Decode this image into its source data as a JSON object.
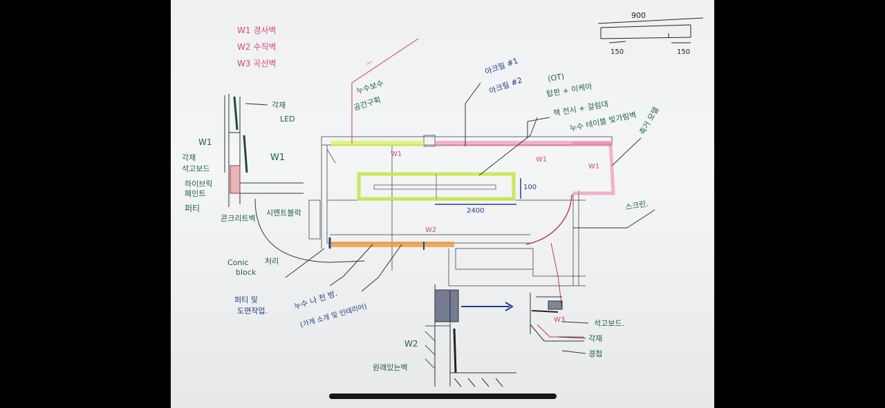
{
  "legend": {
    "w1": "W1 경사벽",
    "w2": "W2 수직벽",
    "w3": "W3 곡선벽"
  },
  "top_detail": {
    "dim_total": "900",
    "dim_left": "150",
    "dim_right": "150"
  },
  "section_w1": {
    "label_w": "W1",
    "label_w_alt": "W1",
    "note_gakjae": "각재",
    "note_led": "LED",
    "note_left": [
      "각재",
      "석고보드",
      "하이브릭",
      "페인트"
    ],
    "note_putty": "퍼티",
    "note_concrete": "콘크리트벽",
    "note_cement": "시멘트블럭",
    "note_conic": "Conic",
    "note_block": "block",
    "note_finish": "처리",
    "note_putty_bottom": [
      "퍼티 및",
      "도면작업."
    ]
  },
  "plan": {
    "note_cabinet": [
      "누수보수",
      "공간구획"
    ],
    "note_acrylic1": "아크릴 #1",
    "note_acrylic2": "아크릴 #2",
    "note_top": [
      "(OT)",
      "탑판 + 이케아",
      "책 전시 + 걸림대",
      "누수 테이블 빛가림벽"
    ],
    "note_model": "축거 모델",
    "note_screen": "스크린.",
    "dim_len": "2400",
    "dim_depth": "100",
    "wall_tag_w1a": "W1",
    "wall_tag_w1b": "W1",
    "wall_tag_w1c": "W1",
    "wall_tag_w2": "W2",
    "wall_tag_w3": "W3",
    "note_bottom": [
      "누수 나 천 방.",
      "(가게 소개 및 인테리어)"
    ]
  },
  "section_w2": {
    "label": "W2",
    "note_bottom": "원래있는벽"
  },
  "section_w3": {
    "notes": [
      "석고보드.",
      "각재",
      "경첩"
    ]
  },
  "colors": {
    "pink": "#d8497a",
    "blue": "#1f3f8c",
    "green": "#1f5f4a",
    "highlight_yellow": "#d9f35a",
    "highlight_pink": "#f07aa8",
    "highlight_orange": "#f59a3c"
  }
}
